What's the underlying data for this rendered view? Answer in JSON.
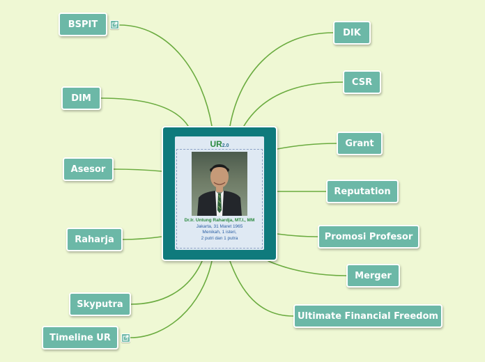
{
  "central": {
    "logo": "UR",
    "logo_version": "2.0",
    "caption": [
      "Dr.Ir. Untung Rahardja, MT.I., MM",
      "Jakarta, 31 Maret 1965",
      "Menikah, 1 isteri,",
      "2 putri dan 1 putra"
    ]
  },
  "left_topics": [
    {
      "label": "BSPIT",
      "has_link": true
    },
    {
      "label": "DIM",
      "has_link": false
    },
    {
      "label": "Asesor",
      "has_link": false
    },
    {
      "label": "Raharja",
      "has_link": false
    },
    {
      "label": "Skyputra",
      "has_link": false
    },
    {
      "label": "Timeline UR",
      "has_link": true
    }
  ],
  "right_topics": [
    {
      "label": "DIK"
    },
    {
      "label": "CSR"
    },
    {
      "label": "Grant"
    },
    {
      "label": "Reputation"
    },
    {
      "label": "Promosi Profesor"
    },
    {
      "label": "Merger"
    },
    {
      "label": "Ultimate Financial Freedom"
    }
  ],
  "colors": {
    "background": "#eff8d4",
    "topic_fill": "#6cb8a7",
    "connector": "#6aab3f",
    "central_frame": "#0f7a7c"
  },
  "icons": [
    "external-link-icon"
  ]
}
